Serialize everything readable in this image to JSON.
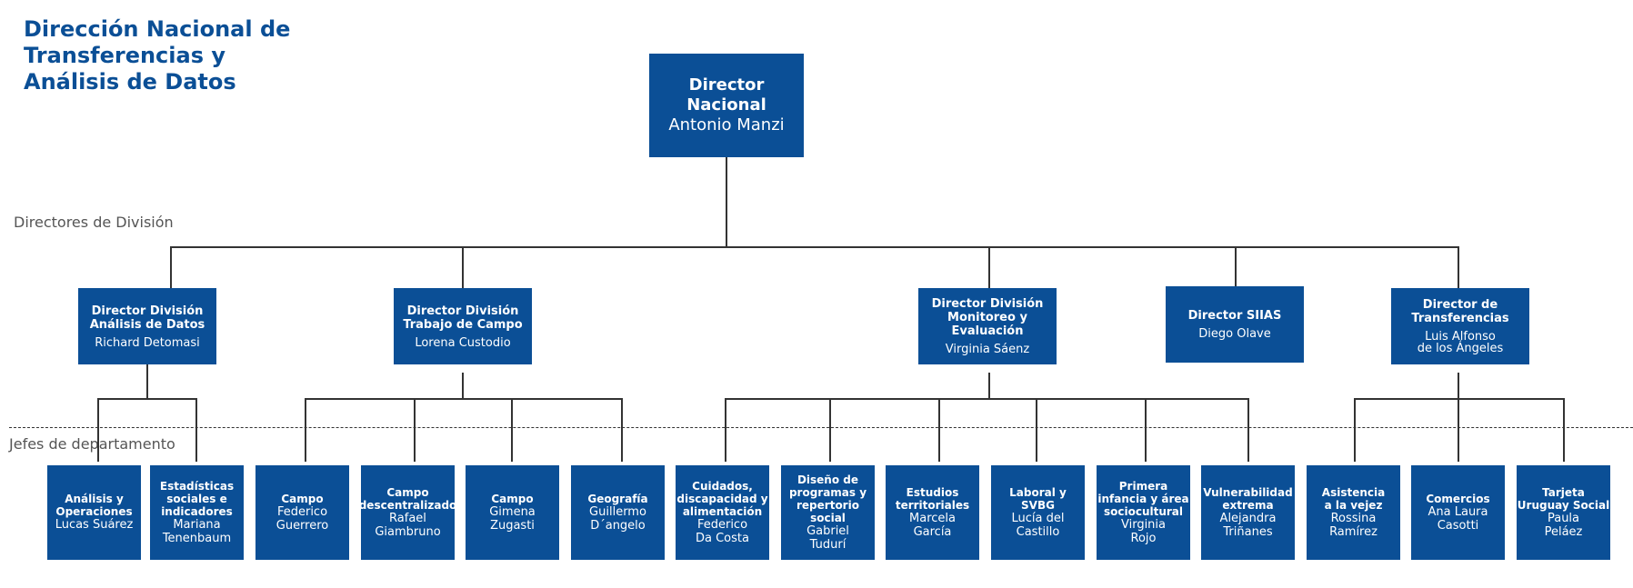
{
  "header": {
    "title": "Dirección Nacional de Transferencias y Análisis de Datos"
  },
  "labels": {
    "directores_division": "Directores de División",
    "jefes_departamento": "Jefes de departamento"
  },
  "top": {
    "title": "Director\nNacional",
    "name": "Antonio Manzi"
  },
  "divisions": [
    {
      "title": "Director División\nAnálisis de Datos",
      "name": "Richard Detomasi"
    },
    {
      "title": "Director División\nTrabajo de Campo",
      "name": "Lorena Custodio"
    },
    {
      "title": "Director División\nMonitoreo y\nEvaluación",
      "name": "Virginia Sáenz"
    },
    {
      "title": "Director SIIAS",
      "name": "Diego Olave"
    },
    {
      "title": "Director de\nTransferencias",
      "name": "Luis Alfonso\nde los Ángeles"
    }
  ],
  "departments": [
    {
      "title": "Análisis y\nOperaciones",
      "name": "Lucas Suárez"
    },
    {
      "title": "Estadísticas\nsociales e\nindicadores",
      "name": "Mariana\nTenenbaum"
    },
    {
      "title": "Campo",
      "name": "Federico\nGuerrero"
    },
    {
      "title": "Campo\ndescentralizado",
      "name": "Rafael\nGiambruno"
    },
    {
      "title": "Campo",
      "name": "Gimena\nZugasti"
    },
    {
      "title": "Geografía",
      "name": "Guillermo\nD´angelo"
    },
    {
      "title": "Cuidados,\ndiscapacidad y\nalimentación",
      "name": "Federico\nDa Costa"
    },
    {
      "title": "Diseño de\nprogramas y\nrepertorio\nsocial",
      "name": "Gabriel\nTudurí"
    },
    {
      "title": "Estudios\nterritoriales",
      "name": "Marcela\nGarcía"
    },
    {
      "title": "Laboral y SVBG",
      "name": "Lucía del\nCastillo"
    },
    {
      "title": "Primera\ninfancia y área\nsociocultural",
      "name": "Virginia\nRojo"
    },
    {
      "title": "Vulnerabilidad\nextrema",
      "name": "Alejandra\nTriñanes"
    },
    {
      "title": "Asistencia\na la vejez",
      "name": "Rossina\nRamírez"
    },
    {
      "title": "Comercios",
      "name": "Ana Laura\nCasotti"
    },
    {
      "title": "Tarjeta\nUruguay Social",
      "name": "Paula\nPeláez"
    }
  ]
}
